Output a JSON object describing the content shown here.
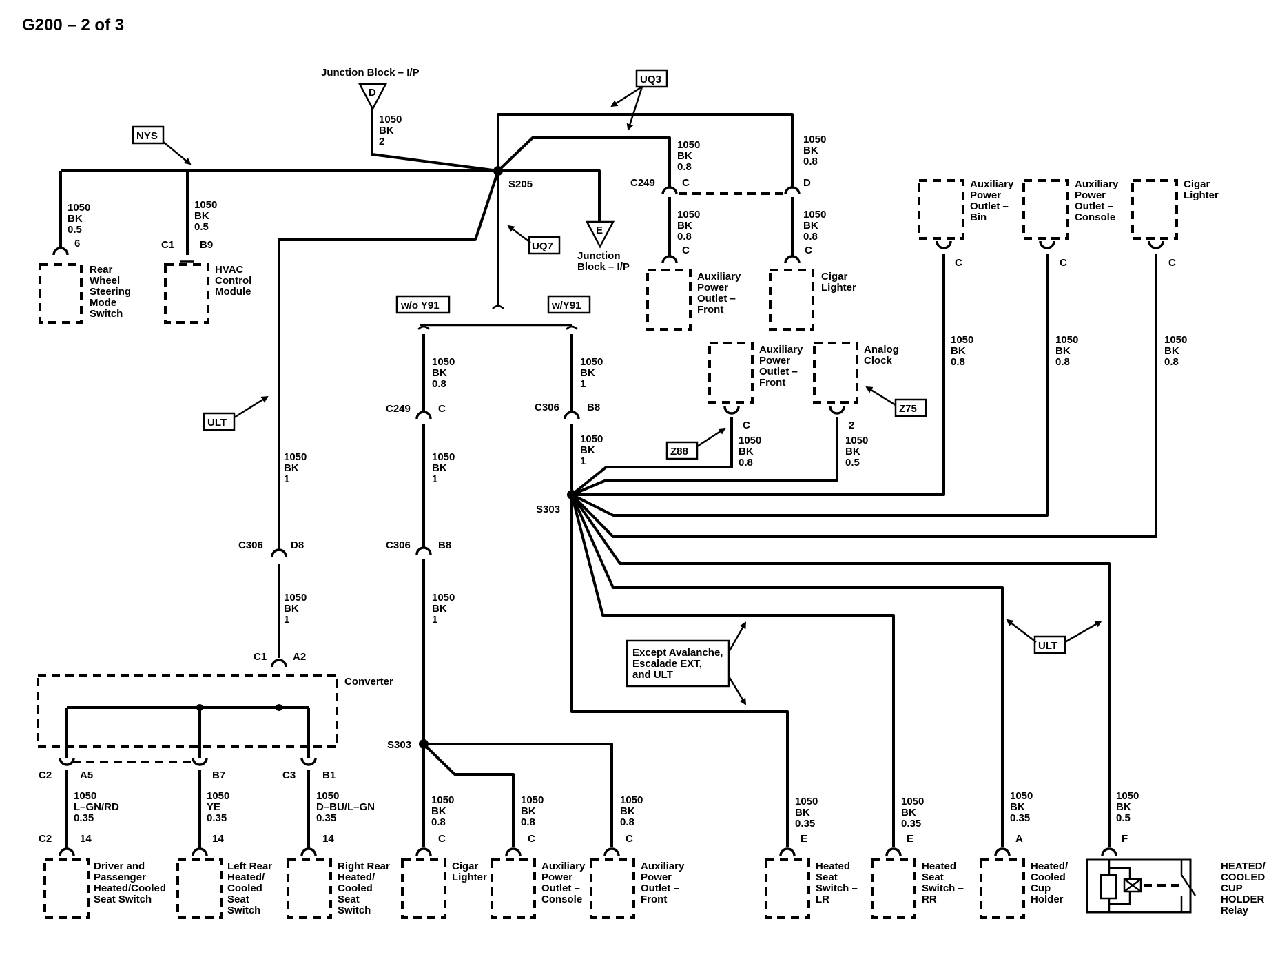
{
  "title": "G200 – 2 of 3",
  "options": {
    "NYS": "NYS",
    "UQ3": "UQ3",
    "UQ7": "UQ7",
    "ULT_left": "ULT",
    "woY91": "w/o Y91",
    "wY91": "w/Y91",
    "Z88": "Z88",
    "Z75": "Z75",
    "ULT_right": "ULT",
    "except": [
      "Except Avalanche,",
      "Escalade EXT,",
      "and ULT"
    ]
  },
  "splices": {
    "S205": "S205",
    "S303a": "S303",
    "S303b": "S303"
  },
  "connectors": {
    "c249_top_left": "C249",
    "c249_top_left_pin": "C",
    "c249_top_right_pin": "D",
    "c249_mid": "C249",
    "c249_mid_pin": "C",
    "c306_mid": "C306",
    "c306_mid_pin": "B8",
    "c306_left": "C306",
    "c306_left_pin": "D8",
    "c306_center": "C306",
    "c306_center_pin": "B8",
    "c1_conv": "C1",
    "c1_conv_pin": "A2",
    "c1_hvac": "C1",
    "c1_hvac_pin": "B9",
    "c2_conv": "C2",
    "a5": "A5",
    "b7": "B7",
    "c3_conv": "C3",
    "b1": "B1",
    "c2_seat": "C2"
  },
  "pins": {
    "rwsm": "6",
    "apo_front_top": "C",
    "cigar_top": "C",
    "apo_bin": "C",
    "apo_console_top": "C",
    "cigar_right": "C",
    "apo_front_mid": "C",
    "clock": "2",
    "drv": "14",
    "lr_seat": "14",
    "rr_seat": "14",
    "cig_bot": "C",
    "apo_console_bot": "C",
    "apo_front_bot": "C",
    "hs_lr": "E",
    "hs_rr": "E",
    "cup": "A",
    "relay": "F"
  },
  "wires": {
    "jb_d": [
      "1050",
      "BK",
      "2"
    ],
    "rwsm": [
      "1050",
      "BK",
      "0.5"
    ],
    "hvac": [
      "1050",
      "BK",
      "0.5"
    ],
    "to_c249": [
      "1050",
      "BK",
      "0.8"
    ],
    "to_d": [
      "1050",
      "BK",
      "0.8"
    ],
    "apo_front_top": [
      "1050",
      "BK",
      "0.8"
    ],
    "cigar_top": [
      "1050",
      "BK",
      "0.8"
    ],
    "ult_long": [
      "1050",
      "BK",
      "1"
    ],
    "conv_in": [
      "1050",
      "BK",
      "1"
    ],
    "woY91_top": [
      "1050",
      "BK",
      "0.8"
    ],
    "woY91_mid": [
      "1050",
      "BK",
      "1"
    ],
    "woY91_low": [
      "1050",
      "BK",
      "1"
    ],
    "wY91_top": [
      "1050",
      "BK",
      "1"
    ],
    "wY91_mid": [
      "1050",
      "BK",
      "1"
    ],
    "z88": [
      "1050",
      "BK",
      "0.8"
    ],
    "z75": [
      "1050",
      "BK",
      "0.5"
    ],
    "apo_bin": [
      "1050",
      "BK",
      "0.8"
    ],
    "apo_console": [
      "1050",
      "BK",
      "0.8"
    ],
    "cigar_right": [
      "1050",
      "BK",
      "0.8"
    ],
    "drv": [
      "1050",
      "L–GN/RD",
      "0.35"
    ],
    "lr_seat": [
      "1050",
      "YE",
      "0.35"
    ],
    "rr_seat": [
      "1050",
      "D–BU/L–GN",
      "0.35"
    ],
    "cig_bot": [
      "1050",
      "BK",
      "0.8"
    ],
    "apo_console_bot": [
      "1050",
      "BK",
      "0.8"
    ],
    "apo_front_bot": [
      "1050",
      "BK",
      "0.8"
    ],
    "hs_lr": [
      "1050",
      "BK",
      "0.35"
    ],
    "hs_rr": [
      "1050",
      "BK",
      "0.35"
    ],
    "cup": [
      "1050",
      "BK",
      "0.35"
    ],
    "relay": [
      "1050",
      "BK",
      "0.5"
    ]
  },
  "components": {
    "jb_top": "Junction Block – I/P",
    "jb_d_letter": "D",
    "jb_e_letter": "E",
    "jb_e": [
      "Junction",
      "Block – I/P"
    ],
    "rwsm": [
      "Rear",
      "Wheel",
      "Steering",
      "Mode",
      "Switch"
    ],
    "hvac": [
      "HVAC",
      "Control",
      "Module"
    ],
    "apo_front_top": [
      "Auxiliary",
      "Power",
      "Outlet –",
      "Front"
    ],
    "cigar_top": [
      "Cigar",
      "Lighter"
    ],
    "apo_bin": [
      "Auxiliary",
      "Power",
      "Outlet –",
      "Bin"
    ],
    "apo_console_top": [
      "Auxiliary",
      "Power",
      "Outlet –",
      "Console"
    ],
    "cigar_right": [
      "Cigar",
      "Lighter"
    ],
    "apo_front_mid": [
      "Auxiliary",
      "Power",
      "Outlet –",
      "Front"
    ],
    "clock": [
      "Analog",
      "Clock"
    ],
    "converter": "Converter",
    "drv": [
      "Driver and",
      "Passenger",
      "Heated/Cooled",
      "Seat Switch"
    ],
    "lr_seat": [
      "Left Rear",
      "Heated/",
      "Cooled",
      "Seat",
      "Switch"
    ],
    "rr_seat": [
      "Right Rear",
      "Heated/",
      "Cooled",
      "Seat",
      "Switch"
    ],
    "cig_bot": [
      "Cigar",
      "Lighter"
    ],
    "apo_console_bot": [
      "Auxiliary",
      "Power",
      "Outlet –",
      "Console"
    ],
    "apo_front_bot": [
      "Auxiliary",
      "Power",
      "Outlet –",
      "Front"
    ],
    "hs_lr": [
      "Heated",
      "Seat",
      "Switch –",
      "LR"
    ],
    "hs_rr": [
      "Heated",
      "Seat",
      "Switch –",
      "RR"
    ],
    "cup": [
      "Heated/",
      "Cooled",
      "Cup",
      "Holder"
    ],
    "relay": [
      "HEATED/",
      "COOLED",
      "CUP",
      "HOLDER",
      "Relay"
    ]
  }
}
